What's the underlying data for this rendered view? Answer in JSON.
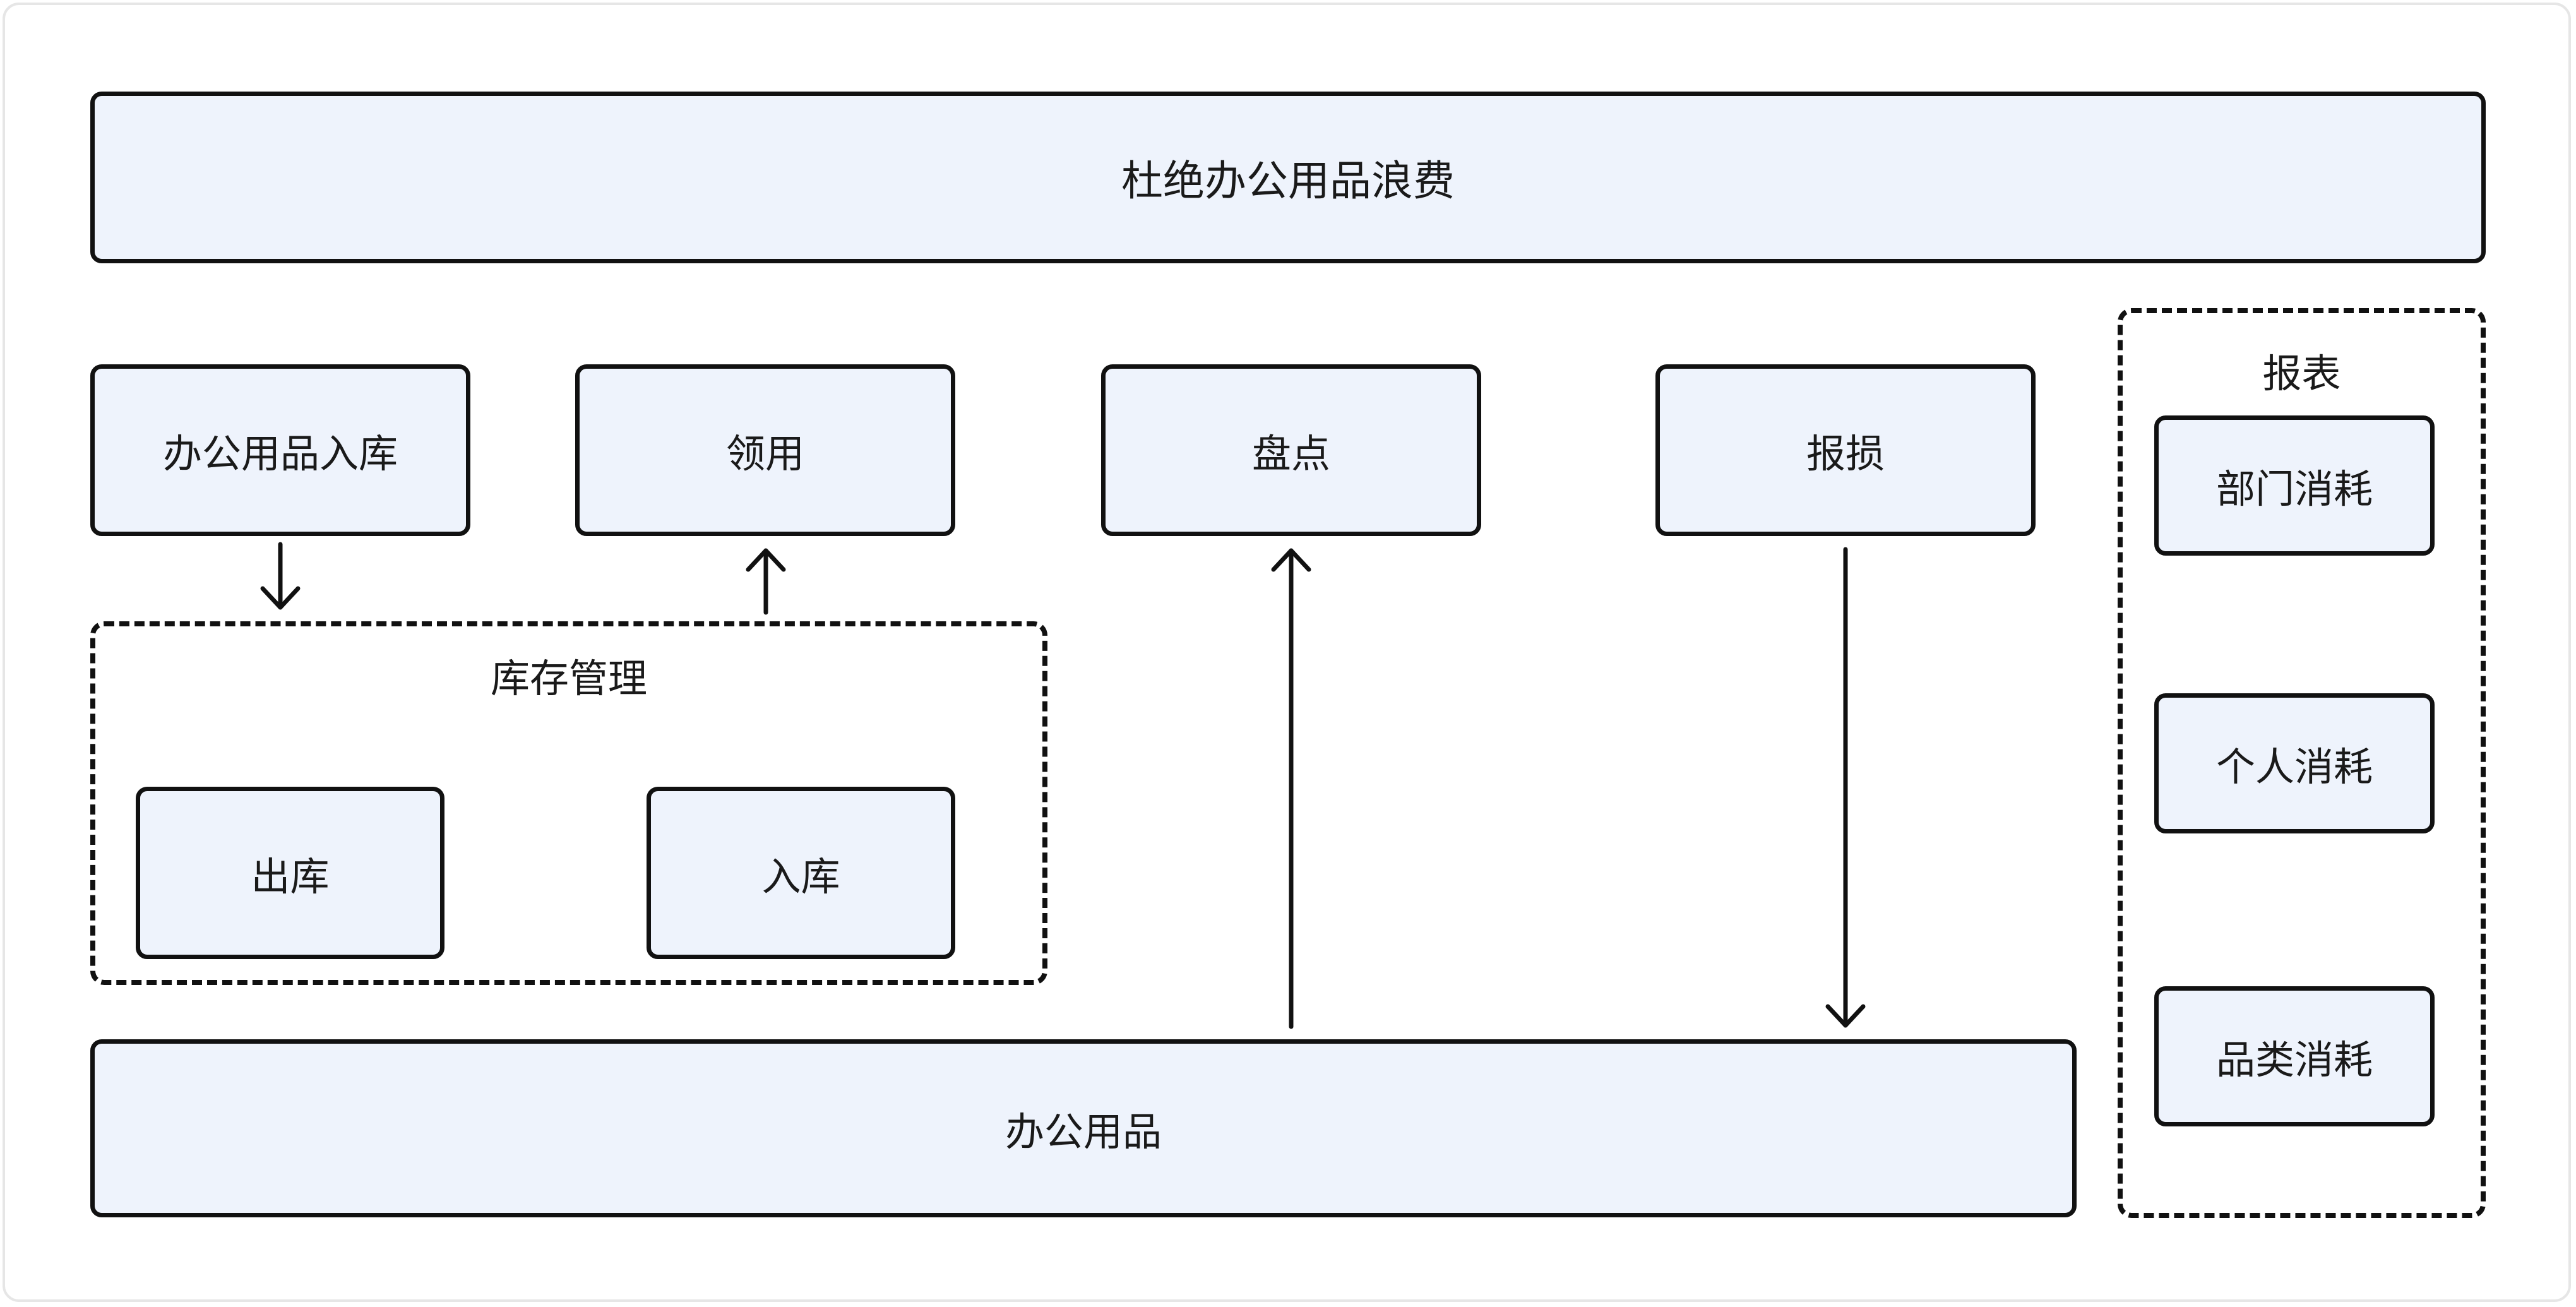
{
  "title": "杜绝办公用品浪费",
  "modules": {
    "stock_in_supplies": "办公用品入库",
    "requisition": "领用",
    "inventory_check": "盘点",
    "damage_report": "报损"
  },
  "inventory_management": {
    "label": "库存管理",
    "stock_out": "出库",
    "stock_in": "入库"
  },
  "reports": {
    "label": "报表",
    "items": [
      "部门消耗",
      "个人消耗",
      "品类消耗"
    ]
  },
  "base": "办公用品",
  "colors": {
    "box_fill": "#eef3fc",
    "stroke": "#111111"
  }
}
